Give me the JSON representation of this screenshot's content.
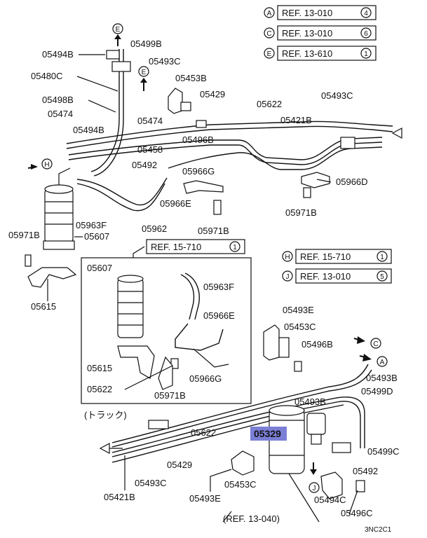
{
  "refs_top": [
    {
      "circle": "A",
      "text": "REF. 13-010",
      "num": "4"
    },
    {
      "circle": "C",
      "text": "REF. 13-010",
      "num": "6"
    },
    {
      "circle": "E",
      "text": "REF. 13-610",
      "num": "1"
    }
  ],
  "refs_mid": [
    {
      "circle": "H",
      "text": "REF. 15-710",
      "num": "1"
    },
    {
      "circle": "J",
      "text": "REF. 13-010",
      "num": "5"
    }
  ],
  "ref_inset": {
    "text": "REF. 15-710",
    "num": "1"
  },
  "ref_bottom": "(REF. 13-040)",
  "inset_caption": "(トラック)",
  "highlight_part": "05329",
  "diagram_code": "3NC2C1",
  "markers": {
    "E": "E",
    "H": "H",
    "C": "C",
    "A": "A",
    "J": "J"
  },
  "labels": {
    "p05494B_top": "05494B",
    "p05499B": "05499B",
    "p05493C_top": "05493C",
    "p05480C": "05480C",
    "p05453B": "05453B",
    "p05498B": "05498B",
    "p05429_top": "05429",
    "p05622_top": "05622",
    "p05493C_right": "05493C",
    "p05474_a": "05474",
    "p05474_b": "05474",
    "p05421B_top": "05421B",
    "p05494B_mid": "05494B",
    "p05458": "05458",
    "p05496B_top": "05496B",
    "p05492_top": "05492",
    "p05966G_top": "05966G",
    "p05966D": "05966D",
    "p05963F_top": "05963F",
    "p05966E_top": "05966E",
    "p05971B_right": "05971B",
    "p05971B_left": "05971B",
    "p05607_top": "05607",
    "p05962": "05962",
    "p05971B_mid": "05971B",
    "p05615_top": "05615",
    "p05607_inset": "05607",
    "p05963F_inset": "05963F",
    "p05966E_inset": "05966E",
    "p05615_inset": "05615",
    "p05622_inset": "05622",
    "p05971B_inset": "05971B",
    "p05966G_inset": "05966G",
    "p05493E_top": "05493E",
    "p05453C_top": "05453C",
    "p05496B_bot": "05496B",
    "p05493B_right": "05493B",
    "p05499D": "05499D",
    "p05493B_mid": "05493B",
    "p05622_bot": "05622",
    "p05499C": "05499C",
    "p05429_bot": "05429",
    "p05492_bot": "05492",
    "p05493C_bot": "05493C",
    "p05453C_bot": "05453C",
    "p05494C": "05494C",
    "p05421B_bot": "05421B",
    "p05493E_bot": "05493E",
    "p05496C": "05496C"
  }
}
